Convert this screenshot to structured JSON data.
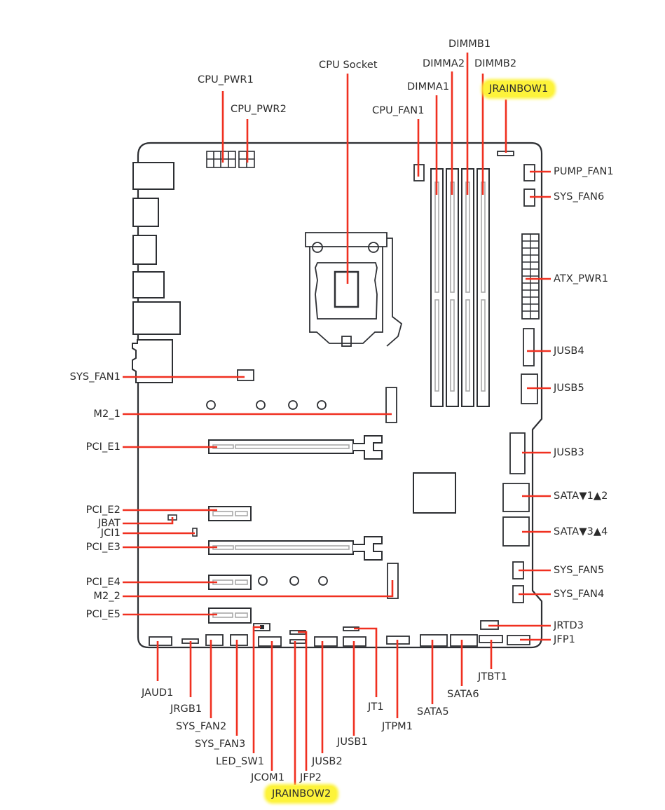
{
  "diagram": {
    "title": "Motherboard connector layout",
    "colors": {
      "leader_line": "#f03020",
      "outline": "#2d2f33",
      "slot_inner": "#a8a8a8",
      "highlight": "#fdf33a",
      "text": "#2b2b2b"
    },
    "labels": {
      "cpu_pwr1": "CPU_PWR1",
      "cpu_pwr2": "CPU_PWR2",
      "cpu_socket": "CPU Socket",
      "cpu_fan1": "CPU_FAN1",
      "dimma1": "DIMMA1",
      "dimma2": "DIMMA2",
      "dimmb1": "DIMMB1",
      "dimmb2": "DIMMB2",
      "jrainbow1": "JRAINBOW1",
      "pump_fan1": "PUMP_FAN1",
      "sys_fan6": "SYS_FAN6",
      "atx_pwr1": "ATX_PWR1",
      "jusb4": "JUSB4",
      "jusb5": "JUSB5",
      "jusb3": "JUSB3",
      "sata12": "SATA▼1▲2",
      "sata34": "SATA▼3▲4",
      "sys_fan5": "SYS_FAN5",
      "sys_fan4": "SYS_FAN4",
      "jrtd3": "JRTD3",
      "jfp1": "JFP1",
      "sys_fan1": "SYS_FAN1",
      "m2_1": "M2_1",
      "pci_e1": "PCI_E1",
      "pci_e2": "PCI_E2",
      "jbat": "JBAT",
      "jci1": "JCI1",
      "pci_e3": "PCI_E3",
      "pci_e4": "PCI_E4",
      "m2_2": "M2_2",
      "pci_e5": "PCI_E5",
      "jaud1": "JAUD1",
      "jrgb1": "JRGB1",
      "sys_fan2": "SYS_FAN2",
      "sys_fan3": "SYS_FAN3",
      "led_sw1": "LED_SW1",
      "jcom1": "JCOM1",
      "jfp2": "JFP2",
      "jrainbow2": "JRAINBOW2",
      "jusb2": "JUSB2",
      "jusb1": "JUSB1",
      "jt1": "JT1",
      "jtpm1": "JTPM1",
      "sata5": "SATA5",
      "sata6": "SATA6",
      "jtbt1": "JTBT1"
    },
    "highlighted": [
      "JRAINBOW1",
      "JRAINBOW2"
    ]
  }
}
